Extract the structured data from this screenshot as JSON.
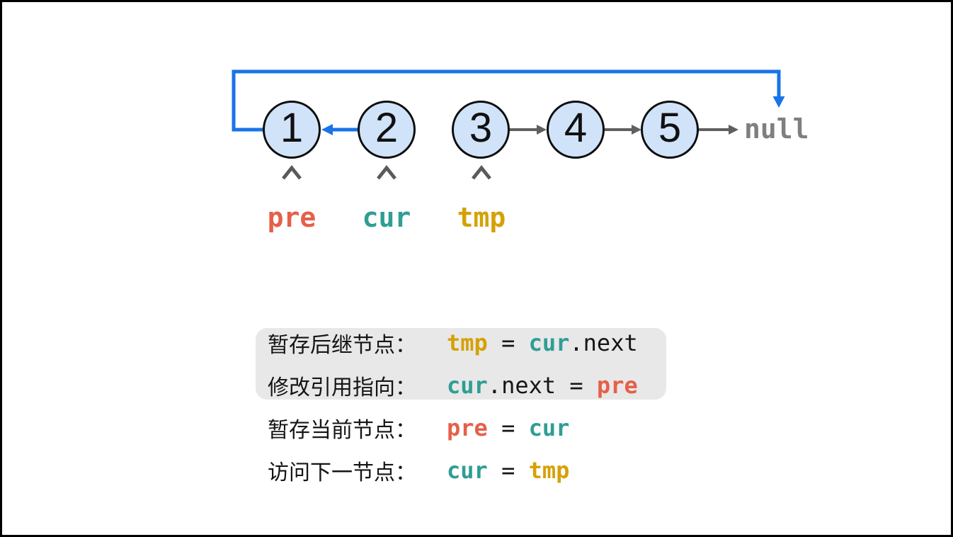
{
  "palette": {
    "arrow_blue": "#1a73e8",
    "arrow_gray": "#5f5f5f",
    "node_fill": "#d0e3f9",
    "node_stroke": "#0d0d0d",
    "null_gray": "#7f7f7f",
    "caret_gray": "#5a5a5a",
    "pre_color": "#e5604a",
    "cur_color": "#2f9e95",
    "tmp_color": "#d5a106",
    "highlight_bg": "#e8e8e8"
  },
  "list": {
    "nodes": [
      "1",
      "2",
      "3",
      "4",
      "5"
    ],
    "null_label": "null"
  },
  "pointers": [
    {
      "name": "pre",
      "points_to_node": "1"
    },
    {
      "name": "cur",
      "points_to_node": "2"
    },
    {
      "name": "tmp",
      "points_to_node": "3"
    }
  ],
  "steps": [
    {
      "label": "暂存后继节点：",
      "highlighted": true,
      "parts": [
        {
          "t": "tmp"
        },
        {
          "t": " = "
        },
        {
          "t": "cur"
        },
        {
          "t": ".next"
        }
      ]
    },
    {
      "label": "修改引用指向：",
      "highlighted": true,
      "parts": [
        {
          "t": "cur"
        },
        {
          "t": ".next = "
        },
        {
          "t": "pre"
        }
      ]
    },
    {
      "label": "暂存当前节点：",
      "highlighted": false,
      "parts": [
        {
          "t": "pre"
        },
        {
          "t": " = "
        },
        {
          "t": "cur"
        }
      ]
    },
    {
      "label": "访问下一节点：",
      "highlighted": false,
      "parts": [
        {
          "t": "cur"
        },
        {
          "t": " = "
        },
        {
          "t": "tmp"
        }
      ]
    }
  ]
}
